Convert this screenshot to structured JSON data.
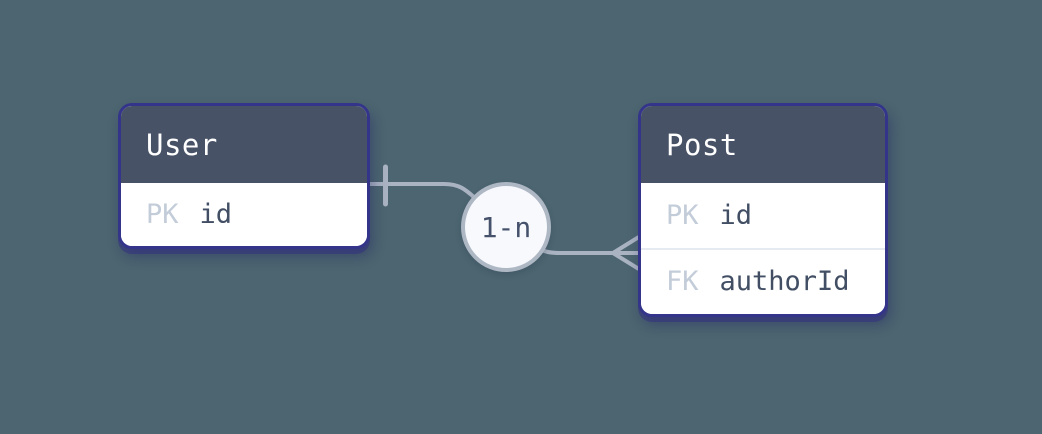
{
  "entities": [
    {
      "name": "User",
      "fields": [
        {
          "badge": "PK",
          "name": "id"
        }
      ]
    },
    {
      "name": "Post",
      "fields": [
        {
          "badge": "PK",
          "name": "id"
        },
        {
          "badge": "FK",
          "name": "authorId"
        }
      ]
    }
  ],
  "relationship": {
    "label": "1-n",
    "from_entity": "User",
    "to_entity": "Post",
    "from_marker": "one-tick",
    "to_marker": "crows-foot-many"
  },
  "colors": {
    "canvas_bg": "#4c6570",
    "entity_header_bg": "#475266",
    "entity_border": "#33348a",
    "entity_body_bg": "#ffffff",
    "header_text": "#ffffff",
    "badge_text": "#c3ccd9",
    "field_text": "#414e63",
    "connector": "#a9b3c1",
    "circle_bg": "#f7f9fc",
    "circle_border": "#aeb7c4",
    "circle_text": "#46526b",
    "row_divider": "#e6eaf1"
  }
}
